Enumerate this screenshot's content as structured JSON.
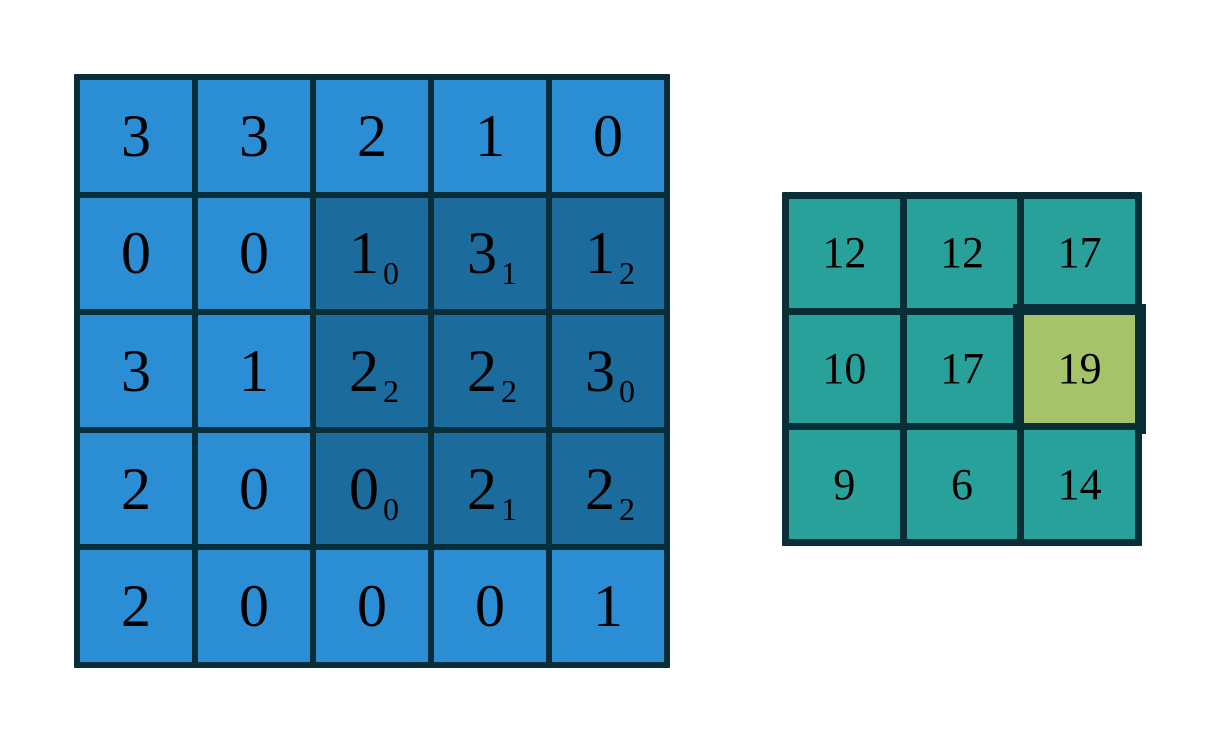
{
  "figure": {
    "type": "convolution-illustration",
    "background_color": "#ffffff",
    "colors": {
      "input_cell": "#2b8dd4",
      "input_window_cell": "#1b6b9c",
      "output_cell": "#27a199",
      "output_highlight_cell": "#a5c46a",
      "grid_line": "#0a2e38",
      "text": "#000000"
    }
  },
  "input_matrix": {
    "rows": 5,
    "cols": 5,
    "cells": [
      [
        {
          "value": "3",
          "sub": "",
          "window": false
        },
        {
          "value": "3",
          "sub": "",
          "window": false
        },
        {
          "value": "2",
          "sub": "",
          "window": false
        },
        {
          "value": "1",
          "sub": "",
          "window": false
        },
        {
          "value": "0",
          "sub": "",
          "window": false
        }
      ],
      [
        {
          "value": "0",
          "sub": "",
          "window": false
        },
        {
          "value": "0",
          "sub": "",
          "window": false
        },
        {
          "value": "1",
          "sub": "0",
          "window": true
        },
        {
          "value": "3",
          "sub": "1",
          "window": true
        },
        {
          "value": "1",
          "sub": "2",
          "window": true
        }
      ],
      [
        {
          "value": "3",
          "sub": "",
          "window": false
        },
        {
          "value": "1",
          "sub": "",
          "window": false
        },
        {
          "value": "2",
          "sub": "2",
          "window": true
        },
        {
          "value": "2",
          "sub": "2",
          "window": true
        },
        {
          "value": "3",
          "sub": "0",
          "window": true
        }
      ],
      [
        {
          "value": "2",
          "sub": "",
          "window": false
        },
        {
          "value": "0",
          "sub": "",
          "window": false
        },
        {
          "value": "0",
          "sub": "0",
          "window": true
        },
        {
          "value": "2",
          "sub": "1",
          "window": true
        },
        {
          "value": "2",
          "sub": "2",
          "window": true
        }
      ],
      [
        {
          "value": "2",
          "sub": "",
          "window": false
        },
        {
          "value": "0",
          "sub": "",
          "window": false
        },
        {
          "value": "0",
          "sub": "",
          "window": false
        },
        {
          "value": "0",
          "sub": "",
          "window": false
        },
        {
          "value": "1",
          "sub": "",
          "window": false
        }
      ]
    ]
  },
  "output_matrix": {
    "rows": 3,
    "cols": 3,
    "cells": [
      [
        {
          "value": "12",
          "highlight": false
        },
        {
          "value": "12",
          "highlight": false
        },
        {
          "value": "17",
          "highlight": false
        }
      ],
      [
        {
          "value": "10",
          "highlight": false
        },
        {
          "value": "17",
          "highlight": false
        },
        {
          "value": "19",
          "highlight": true
        }
      ],
      [
        {
          "value": "9",
          "highlight": false
        },
        {
          "value": "6",
          "highlight": false
        },
        {
          "value": "14",
          "highlight": false
        }
      ]
    ]
  },
  "chart_data": {
    "type": "heatmap",
    "title": "",
    "xlabel": "",
    "ylabel": "",
    "panels": [
      {
        "name": "input",
        "values": [
          [
            3,
            3,
            2,
            1,
            0
          ],
          [
            0,
            0,
            1,
            3,
            1
          ],
          [
            3,
            1,
            2,
            2,
            3
          ],
          [
            2,
            0,
            0,
            2,
            2
          ],
          [
            2,
            0,
            0,
            0,
            1
          ]
        ],
        "kernel_overlay": {
          "top_left_row": 1,
          "top_left_col": 2,
          "values": [
            [
              0,
              1,
              2
            ],
            [
              2,
              2,
              0
            ],
            [
              0,
              1,
              2
            ]
          ]
        }
      },
      {
        "name": "output",
        "values": [
          [
            12,
            12,
            17
          ],
          [
            10,
            17,
            19
          ],
          [
            9,
            6,
            14
          ]
        ],
        "highlight_cell": [
          1,
          2
        ]
      }
    ]
  }
}
